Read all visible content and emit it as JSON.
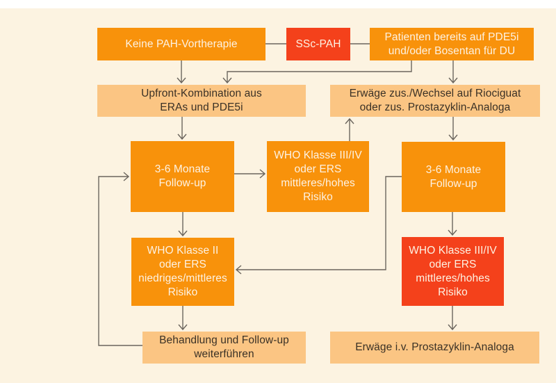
{
  "figure": {
    "type": "flowchart",
    "language": "de",
    "topic": "SSc-PAH treatment algorithm"
  },
  "colors": {
    "background": "#fcf3e1",
    "top_strip": "#ffffff",
    "node_orange": "#f8920b",
    "node_red": "#f4411b",
    "node_light_orange": "#fbc583",
    "text_on_dark": "#fdf2e3",
    "text_on_light": "#3a3126",
    "connector": "#6b655e"
  },
  "nodes": {
    "no_prior": {
      "label": "Keine PAH-Vortherapie",
      "variant": "orange"
    },
    "ssc_pah": {
      "label": "SSc-PAH",
      "variant": "red"
    },
    "prior_therapy": {
      "label": [
        "Patienten bereits auf PDE5i",
        "und/oder Bosentan für DU"
      ],
      "variant": "orange"
    },
    "upfront": {
      "label": [
        "Upfront-Kombination aus",
        "ERAs und PDE5i"
      ],
      "variant": "light"
    },
    "consider_riociguat": {
      "label": [
        "Erwäge zus./Wechsel auf Riociguat",
        "oder zus. Prostazyklin-Analoga"
      ],
      "variant": "light"
    },
    "followup_left": {
      "label": [
        "3-6 Monate",
        "Follow-up"
      ],
      "variant": "orange"
    },
    "who34_mid": {
      "label": [
        "WHO Klasse III/IV",
        "oder ERS",
        "mittleres/hohes",
        "Risiko"
      ],
      "variant": "orange"
    },
    "followup_right": {
      "label": [
        "3-6 Monate",
        "Follow-up"
      ],
      "variant": "orange"
    },
    "who2": {
      "label": [
        "WHO Klasse II",
        "oder ERS",
        "niedriges/mittleres",
        "Risiko"
      ],
      "variant": "orange"
    },
    "who34_right": {
      "label": [
        "WHO Klasse III/IV",
        "oder ERS",
        "mittleres/hohes",
        "Risiko"
      ],
      "variant": "red"
    },
    "continue_treatment": {
      "label": [
        "Behandlung und Follow-up",
        "weiterführen"
      ],
      "variant": "light"
    },
    "consider_iv": {
      "label": "Erwäge i.v. Prostazyklin-Analoga",
      "variant": "light"
    }
  },
  "edges": [
    {
      "from": "no_prior",
      "to": "ssc_pah",
      "arrow": false
    },
    {
      "from": "ssc_pah",
      "to": "prior_therapy",
      "arrow": false
    },
    {
      "from": "no_prior",
      "to": "upfront",
      "arrow": true
    },
    {
      "from": "prior_therapy",
      "to": "upfront",
      "arrow": true
    },
    {
      "from": "prior_therapy",
      "to": "consider_riociguat",
      "arrow": true
    },
    {
      "from": "upfront",
      "to": "followup_left",
      "arrow": true
    },
    {
      "from": "followup_left",
      "to": "who34_mid",
      "arrow": true
    },
    {
      "from": "who34_mid",
      "to": "consider_riociguat",
      "arrow": true
    },
    {
      "from": "consider_riociguat",
      "to": "followup_right",
      "arrow": true
    },
    {
      "from": "followup_left",
      "to": "who2",
      "arrow": true
    },
    {
      "from": "followup_right",
      "to": "who34_right",
      "arrow": true
    },
    {
      "from": "followup_right",
      "to": "who2",
      "arrow": true
    },
    {
      "from": "who2",
      "to": "continue_treatment",
      "arrow": true
    },
    {
      "from": "who34_right",
      "to": "consider_iv",
      "arrow": true
    },
    {
      "from": "continue_treatment",
      "to": "followup_left",
      "arrow": true
    }
  ]
}
